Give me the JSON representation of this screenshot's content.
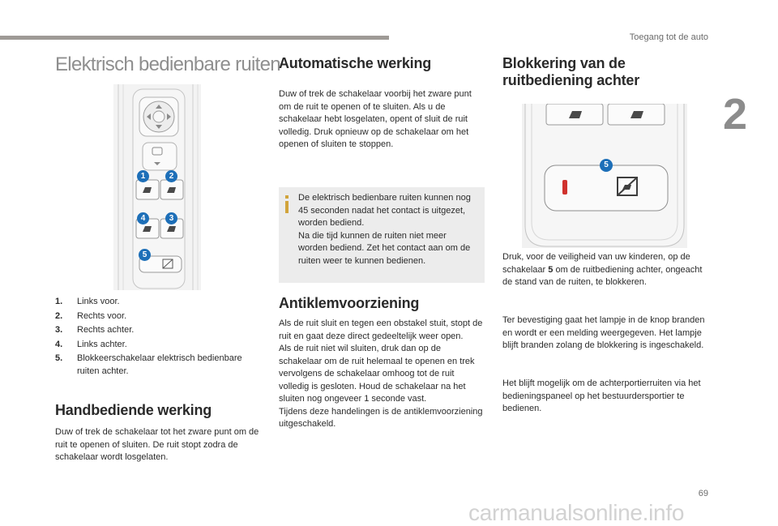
{
  "header": {
    "section": "Toegang tot de auto",
    "chapter": "2",
    "page_number": "69"
  },
  "main_title": "Elektrisch bedienbare ruiten",
  "figure1": {
    "callouts": [
      "1",
      "2",
      "4",
      "3",
      "5"
    ]
  },
  "legend": [
    {
      "num": "1.",
      "text": "Links voor."
    },
    {
      "num": "2.",
      "text": "Rechts voor."
    },
    {
      "num": "3.",
      "text": "Rechts achter."
    },
    {
      "num": "4.",
      "text": "Links achter."
    },
    {
      "num": "5.",
      "text": "Blokkeerschakelaar elektrisch bedienbare ruiten achter."
    }
  ],
  "handbediende": {
    "title": "Handbediende werking",
    "body": "Duw of trek de schakelaar tot het zware punt om de ruit te openen of sluiten. De ruit stopt zodra de schakelaar wordt losgelaten."
  },
  "automatische": {
    "title": "Automatische werking",
    "body": "Duw of trek de schakelaar voorbij het zware punt om de ruit te openen of te sluiten. Als u de schakelaar hebt losgelaten, opent of sluit de ruit volledig. Druk opnieuw op de schakelaar om het openen of sluiten te stoppen."
  },
  "info": {
    "line1": "De elektrisch bedienbare ruiten kunnen nog 45 seconden nadat het contact is uitgezet, worden bediend.",
    "line2": "Na die tijd kunnen de ruiten niet meer worden bediend. Zet het contact aan om de ruiten weer te kunnen bedienen."
  },
  "antiklem": {
    "title": "Antiklemvoorziening",
    "p1": "Als de ruit sluit en tegen een obstakel stuit, stopt de ruit en gaat deze direct gedeeltelijk weer open.",
    "p2": "Als de ruit niet wil sluiten, druk dan op de schakelaar om de ruit helemaal te openen en trek vervolgens de schakelaar omhoog tot de ruit volledig is gesloten. Houd de schakelaar na het sluiten nog ongeveer 1 seconde vast.",
    "p3": "Tijdens deze handelingen is de antiklemvoorziening uitgeschakeld."
  },
  "blokkering": {
    "title": "Blokkering van de ruitbediening achter",
    "figure_callout": "5",
    "p1_before": "Druk, voor de veiligheid van uw kinderen, op de schakelaar ",
    "p1_bold": "5",
    "p1_after": " om de ruitbediening achter, ongeacht de stand van de ruiten, te blokkeren.",
    "p2": "Ter bevestiging gaat het lampje in de knop branden en wordt er een melding weergegeven. Het lampje blijft branden zolang de blokkering is ingeschakeld.",
    "p3": "Het blijft mogelijk om de achterportierruiten via het bedieningspaneel op het bestuurdersportier te bedienen."
  },
  "watermark": "carmanualsonline.info",
  "colors": {
    "callout_blue": "#1d6fb8",
    "warning_red": "#d0312d",
    "info_accent": "#d1a43b",
    "info_bg": "#ececec",
    "top_bar": "#9e9a96"
  }
}
